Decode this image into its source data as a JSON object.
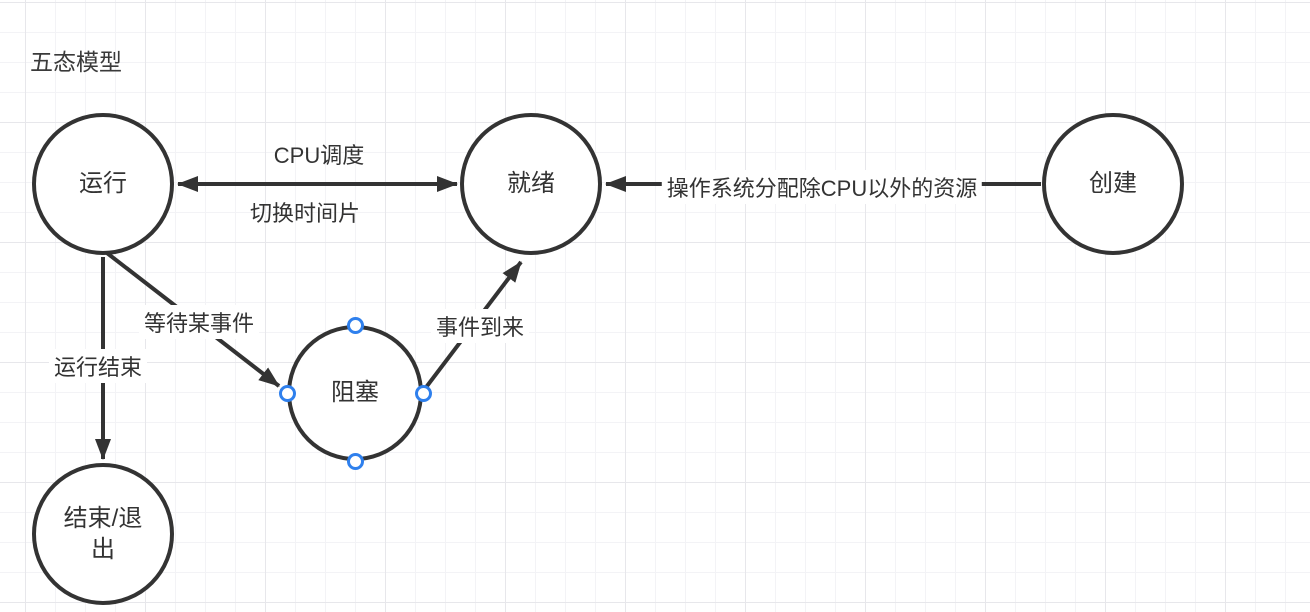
{
  "title": "五态模型",
  "nodes": [
    {
      "id": "running",
      "label": "运行"
    },
    {
      "id": "ready",
      "label": "就绪"
    },
    {
      "id": "created",
      "label": "创建"
    },
    {
      "id": "blocked",
      "label": "阻塞",
      "selected": true
    },
    {
      "id": "exit",
      "label": "结束/退出"
    }
  ],
  "edges": [
    {
      "id": "running-ready-bidirectional",
      "from": "运行",
      "to": "就绪",
      "direction": "both",
      "labels": [
        "CPU调度",
        "切换时间片"
      ]
    },
    {
      "id": "created-to-ready",
      "from": "创建",
      "to": "就绪",
      "direction": "one-way",
      "labels": [
        "操作系统分配除CPU以外的资源"
      ]
    },
    {
      "id": "running-to-exit",
      "from": "运行",
      "to": "结束/退出",
      "direction": "one-way",
      "labels": [
        "运行结束"
      ]
    },
    {
      "id": "running-to-blocked",
      "from": "运行",
      "to": "阻塞",
      "direction": "one-way",
      "labels": [
        "等待某事件"
      ]
    },
    {
      "id": "blocked-to-ready",
      "from": "阻塞",
      "to": "就绪",
      "direction": "one-way",
      "labels": [
        "事件到来"
      ]
    }
  ],
  "selection": {
    "selected_node": "阻塞",
    "connection_handles": [
      "top",
      "left",
      "right",
      "bottom"
    ]
  },
  "colors": {
    "background": "#ffffff",
    "grid_minor": "#f3f3f6",
    "grid_major": "#e7e7eb",
    "stroke": "#333333",
    "text": "#333333",
    "handle_blue": "#2f80ed"
  }
}
